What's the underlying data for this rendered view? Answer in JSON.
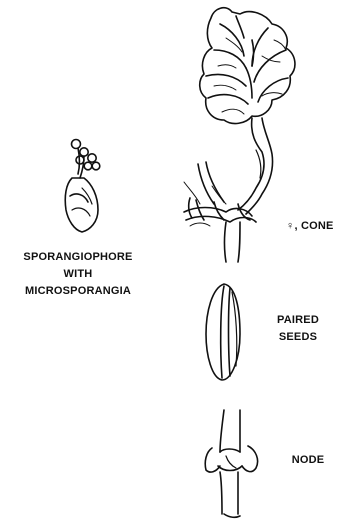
{
  "labels": {
    "cone": "♀, CONE",
    "sporangiophore": [
      "SPORANGIOPHORE",
      "WITH",
      "MICROSPORANGIA"
    ],
    "seeds": [
      "PAIRED",
      "SEEDS"
    ],
    "node": "NODE"
  },
  "colors": {
    "ink": "#111111",
    "background": "#ffffff"
  }
}
